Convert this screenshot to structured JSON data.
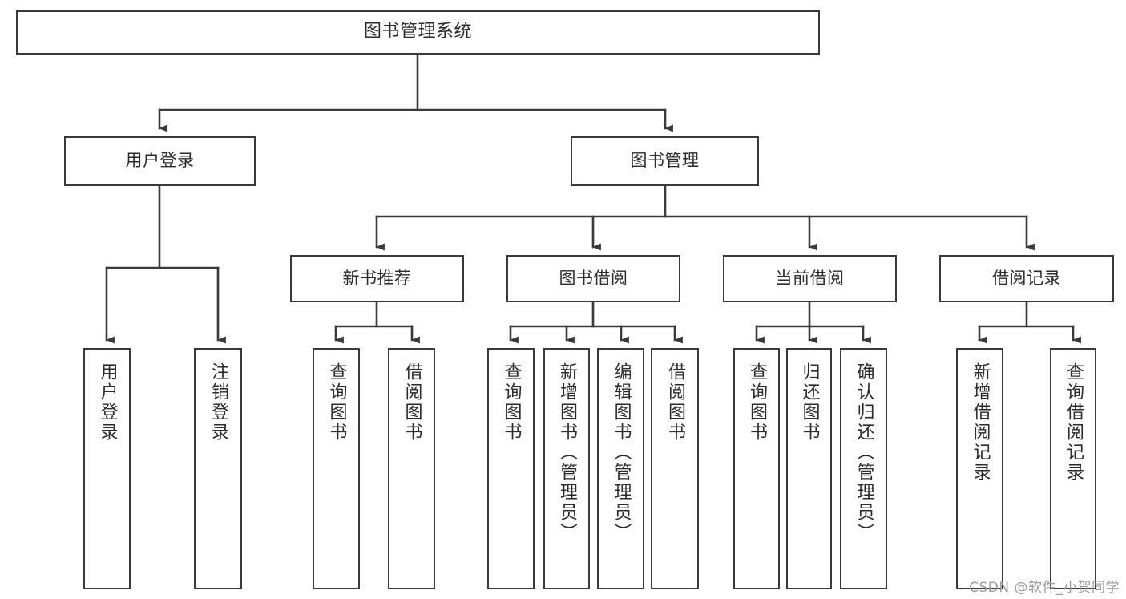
{
  "diagram": {
    "title": "图书管理系统",
    "type": "tree-hierarchy-chart",
    "watermark": "CSDN @软件_小贺同学",
    "colors": {
      "background": "#ffffff",
      "box_border": "#3a3a3a",
      "box_fill": "#ffffff",
      "text": "#2b2b2b",
      "edge": "#3a3a3a",
      "watermark": "#9a9a9a"
    }
  },
  "nodes": {
    "root": {
      "label": "图书管理系统"
    },
    "level2": [
      {
        "id": "user-login",
        "label": "用户登录"
      },
      {
        "id": "book-management",
        "label": "图书管理"
      }
    ],
    "level3": [
      {
        "id": "new-book-recommend",
        "label": "新书推荐"
      },
      {
        "id": "book-borrow",
        "label": "图书借阅"
      },
      {
        "id": "current-borrow",
        "label": "当前借阅"
      },
      {
        "id": "borrow-record",
        "label": "借阅记录"
      }
    ],
    "leaves": {
      "user_login": [
        {
          "id": "leaf-user-login",
          "label": "用户登录"
        },
        {
          "id": "leaf-logout-login",
          "label": "注销登录"
        }
      ],
      "new_book_recommend": [
        {
          "id": "leaf-query-book-1",
          "label": "查询图书"
        },
        {
          "id": "leaf-borrow-book-1",
          "label": "借阅图书"
        }
      ],
      "book_borrow": [
        {
          "id": "leaf-query-book-2",
          "label": "查询图书"
        },
        {
          "id": "leaf-add-book",
          "label": "新增图书（管理员）"
        },
        {
          "id": "leaf-edit-book",
          "label": "编辑图书（管理员）"
        },
        {
          "id": "leaf-borrow-book-2",
          "label": "借阅图书"
        }
      ],
      "current_borrow": [
        {
          "id": "leaf-query-book-3",
          "label": "查询图书"
        },
        {
          "id": "leaf-return-book",
          "label": "归还图书"
        },
        {
          "id": "leaf-confirm-return",
          "label": "确认归还（管理员）"
        }
      ],
      "borrow_record": [
        {
          "id": "leaf-add-record",
          "label": "新增借阅记录"
        },
        {
          "id": "leaf-query-record",
          "label": "查询借阅记录"
        }
      ]
    }
  }
}
